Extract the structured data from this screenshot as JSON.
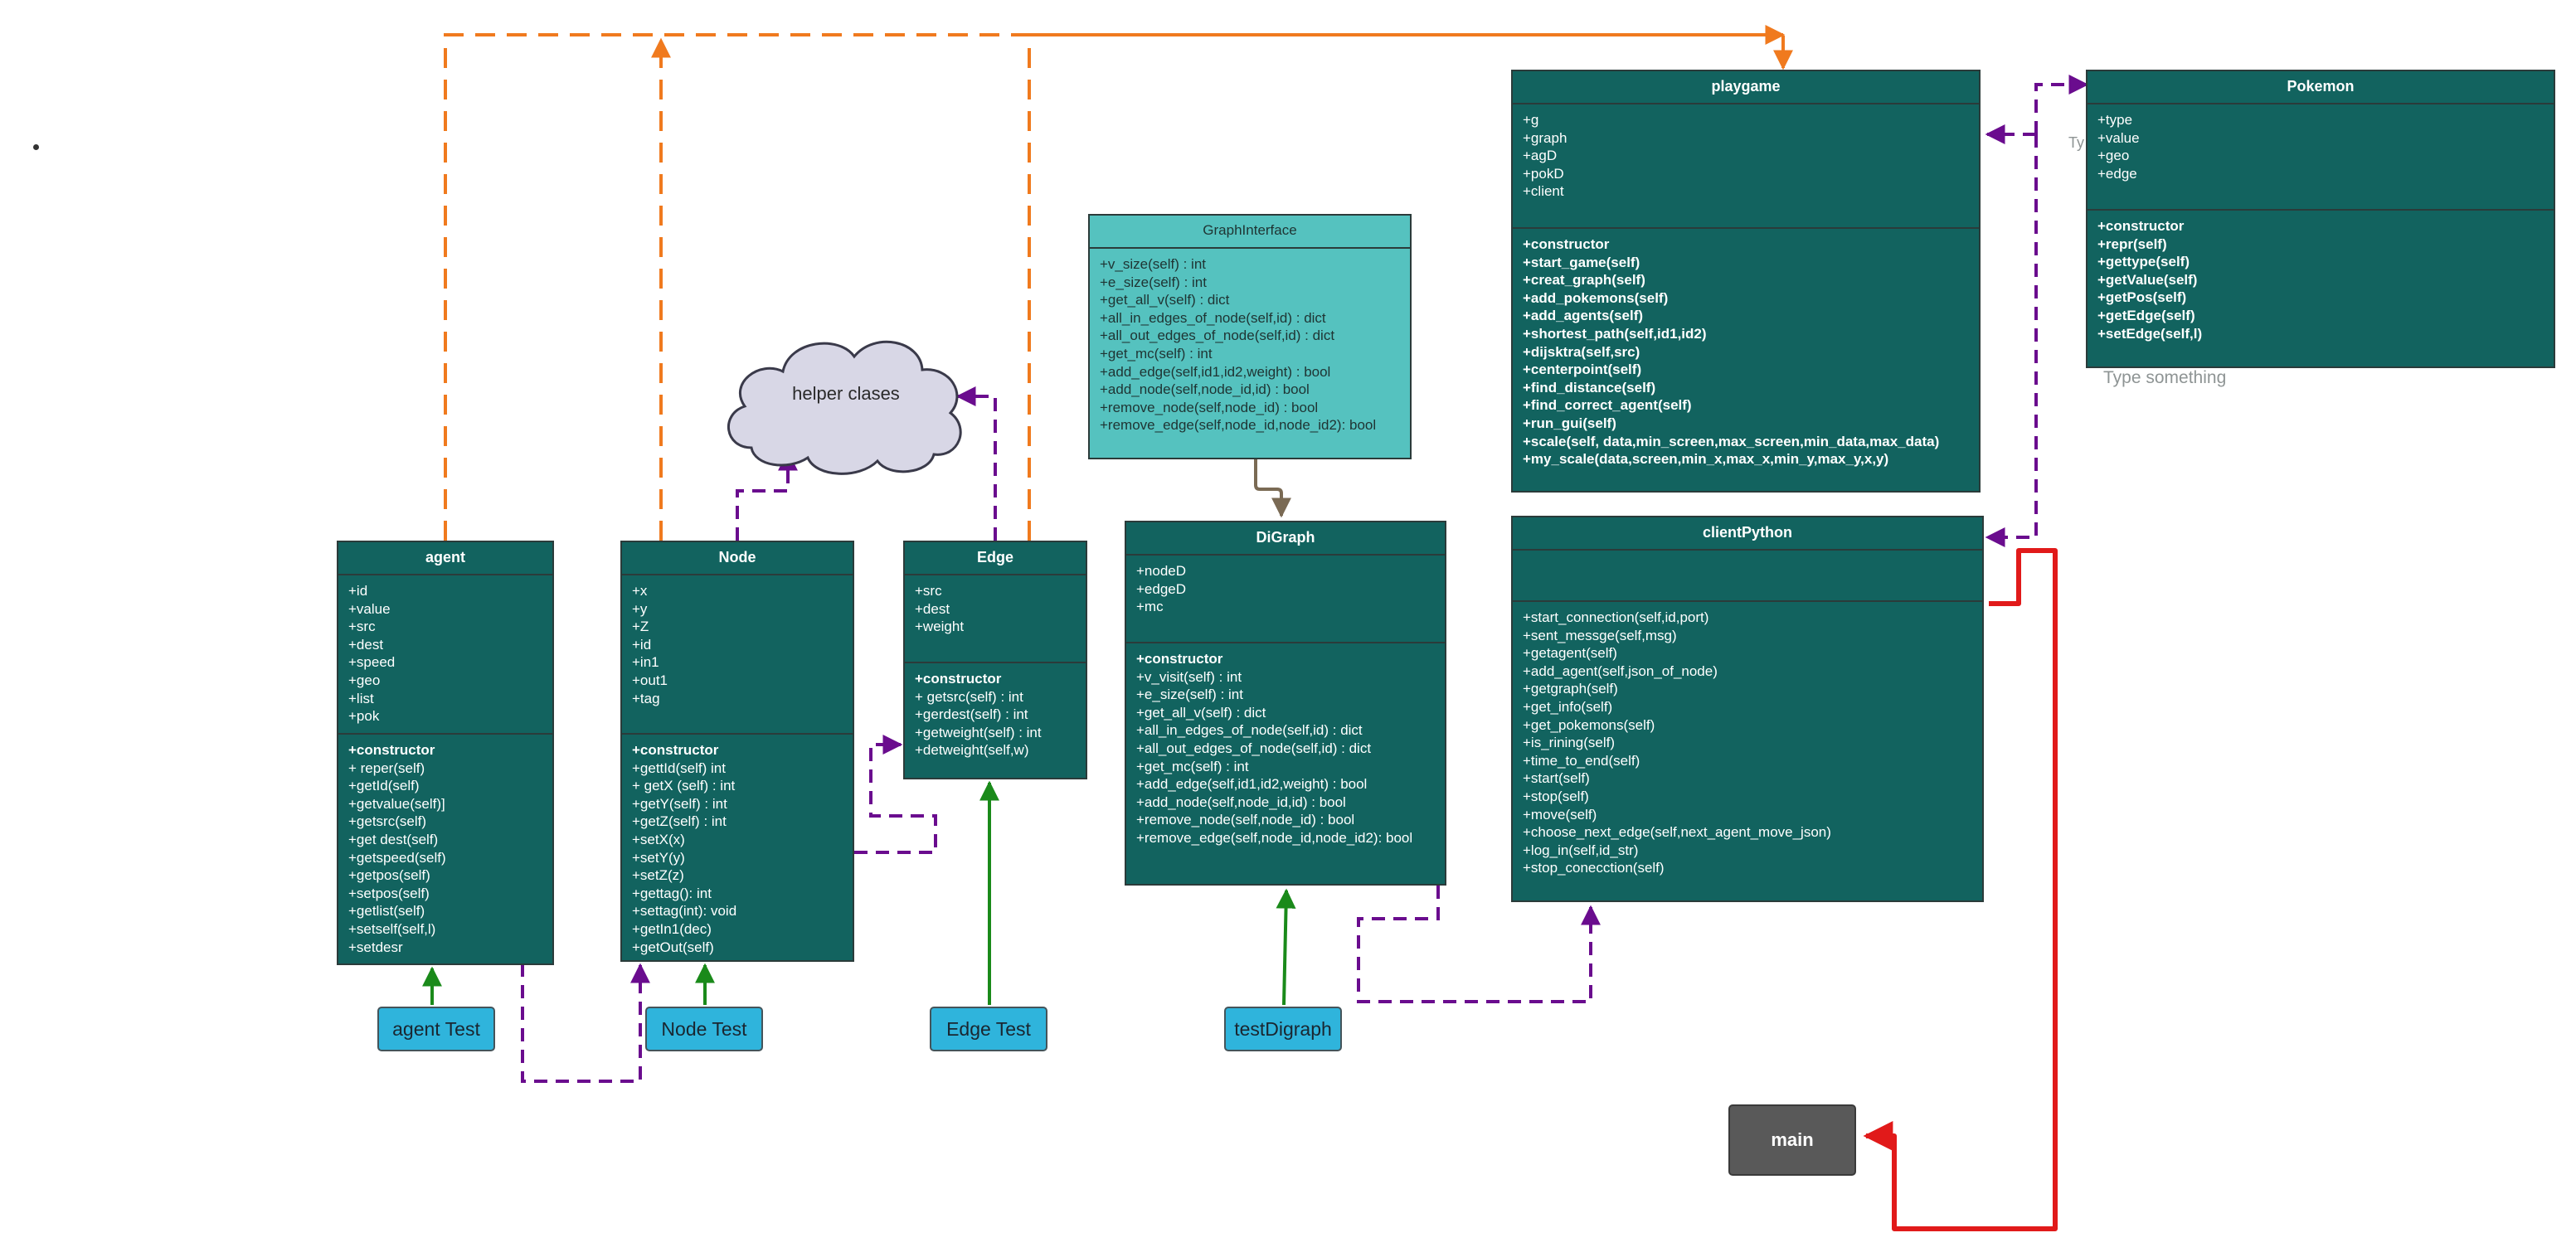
{
  "classes": {
    "agent": {
      "title": "agent",
      "attributes": [
        "+id",
        "+value",
        "+src",
        "+dest",
        "+speed",
        "+geo",
        "+list",
        "+pok"
      ],
      "methods": [
        "+constructor",
        "+ reper(self)",
        "+getId(self)",
        "+getvalue(self)]",
        "+getsrc(self)",
        "+get dest(self)",
        "+getspeed(self)",
        "+getpos(self)",
        "+setpos(self)",
        "+getlist(self)",
        "+setself(self,l)",
        "+setdesr"
      ]
    },
    "node": {
      "title": "Node",
      "attributes": [
        "+x",
        "+y",
        "+Z",
        "+id",
        "+in1",
        "+out1",
        "+tag"
      ],
      "methods": [
        "+constructor",
        "+gettId(self) int",
        "+ getX (self) : int",
        "+getY(self) : int",
        "+getZ(self) : int",
        "+setX(x)",
        "+setY(y)",
        "+setZ(z)",
        "+gettag(): int",
        "+settag(int): void",
        "+getIn1(dec)",
        "+getOut(self)"
      ]
    },
    "edge": {
      "title": "Edge",
      "attributes": [
        "+src",
        "+dest",
        "+weight"
      ],
      "methods": [
        "+constructor",
        "+ getsrc(self) : int",
        "+gerdest(self) : int",
        "+getweight(self) : int",
        "+detweight(self,w)"
      ]
    },
    "graph_interface": {
      "title": "GraphInterface",
      "methods": [
        "+v_size(self) : int",
        "+e_size(self) : int",
        "+get_all_v(self) : dict",
        "+all_in_edges_of_node(self,id) : dict",
        "+all_out_edges_of_node(self,id) : dict",
        "+get_mc(self) : int",
        "+add_edge(self,id1,id2,weight) : bool",
        "+add_node(self,node_id,id) : bool",
        "+remove_node(self,node_id) : bool",
        "+remove_edge(self,node_id,node_id2): bool"
      ]
    },
    "digraph": {
      "title": "DiGraph",
      "attributes": [
        "+nodeD",
        "+edgeD",
        "+mc"
      ],
      "methods": [
        "+constructor",
        "+v_visit(self) : int",
        "+e_size(self) : int",
        "+get_all_v(self) : dict",
        "+all_in_edges_of_node(self,id) : dict",
        "+all_out_edges_of_node(self,id) : dict",
        "+get_mc(self) : int",
        "+add_edge(self,id1,id2,weight) : bool",
        "+add_node(self,node_id,id) : bool",
        "+remove_node(self,node_id) : bool",
        "+remove_edge(self,node_id,node_id2): bool"
      ]
    },
    "playgame": {
      "title": "playgame",
      "attributes": [
        "+g",
        "+graph",
        "+agD",
        "+pokD",
        "+client"
      ],
      "methods": [
        "+constructor",
        "+start_game(self)",
        "+creat_graph(self)",
        "+add_pokemons(self)",
        "+add_agents(self)",
        "+shortest_path(self,id1,id2)",
        "+dijsktra(self,src)",
        "+centerpoint(self)",
        "+find_distance(self)",
        "+find_correct_agent(self)",
        "+run_gui(self)",
        "+scale(self, data,min_screen,max_screen,min_data,max_data)",
        "+my_scale(data,screen,min_x,max_x,min_y,max_y,x,y)"
      ]
    },
    "pokemon": {
      "title": "Pokemon",
      "attributes": [
        "+type",
        "+value",
        "+geo",
        "+edge"
      ],
      "methods": [
        "+constructor",
        "+repr(self)",
        "+gettype(self)",
        "+getValue(self)",
        "+getPos(self)",
        "+getEdge(self)",
        "+setEdge(self,l)"
      ]
    },
    "client_python": {
      "title": "clientPython",
      "attributes": [],
      "methods": [
        "+start_connection(self,id,port)",
        "+sent_messge(self,msg)",
        "+getagent(self)",
        "+add_agent(self,json_of_node)",
        "+getgraph(self)",
        "+get_info(self)",
        "+get_pokemons(self)",
        "+is_rining(self)",
        "+time_to_end(self)",
        "+start(self)",
        "+stop(self)",
        "+move(self)",
        "+choose_next_edge(self,next_agent_move_json)",
        "+log_in(self,id_str)",
        "+stop_conecction(self)"
      ]
    }
  },
  "buttons": {
    "agent_test": "agent Test",
    "node_test": "Node Test",
    "edge_test": "Edge Test",
    "test_digraph": "testDigraph",
    "main": "main"
  },
  "cloud": {
    "label": "helper clases"
  },
  "placeholder_note": "Type something",
  "truncated_note": "Ty",
  "colors": {
    "class_fill": "#12635f",
    "interface_fill": "#55c2bf",
    "test_button": "#2fb4dc",
    "main_button": "#595959",
    "inheritance_arrow": "#7a6a54",
    "association_orange": "#f07a1e",
    "dependency_purple": "#6a0c8e",
    "test_green": "#1a8a1a",
    "main_red": "#e11a1a"
  }
}
